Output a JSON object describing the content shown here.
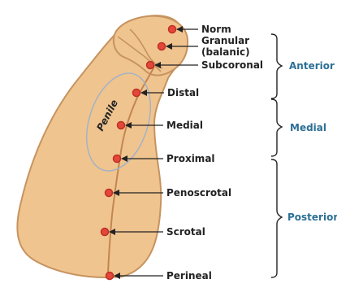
{
  "colors": {
    "skin_fill": "#f0c48f",
    "skin_outline": "#c6935f",
    "raphe_line": "#c28650",
    "marker_fill": "#e3473a",
    "marker_stroke": "#bf2f25",
    "leader_line": "#222222",
    "bracket_line": "#222222",
    "region_ellipse": "#9fb1c8",
    "group_label": "#2d6f95"
  },
  "sites": [
    {
      "id": "norm",
      "label_lines": [
        "Norm"
      ]
    },
    {
      "id": "granular",
      "label_lines": [
        "Granular",
        "(balanic)"
      ]
    },
    {
      "id": "subcoronal",
      "label_lines": [
        "Subcoronal"
      ]
    },
    {
      "id": "distal",
      "label_lines": [
        "Distal"
      ]
    },
    {
      "id": "medial",
      "label_lines": [
        "Medial"
      ]
    },
    {
      "id": "proximal",
      "label_lines": [
        "Proximal"
      ]
    },
    {
      "id": "penoscrotal",
      "label_lines": [
        "Penoscrotal"
      ]
    },
    {
      "id": "scrotal",
      "label_lines": [
        "Scrotal"
      ]
    },
    {
      "id": "perineal",
      "label_lines": [
        "Perineal"
      ]
    }
  ],
  "groups": [
    {
      "id": "anterior",
      "label": "Anterior"
    },
    {
      "id": "medial",
      "label": "Medial"
    },
    {
      "id": "posterior",
      "label": "Posterior"
    }
  ],
  "region_label": "Penile"
}
